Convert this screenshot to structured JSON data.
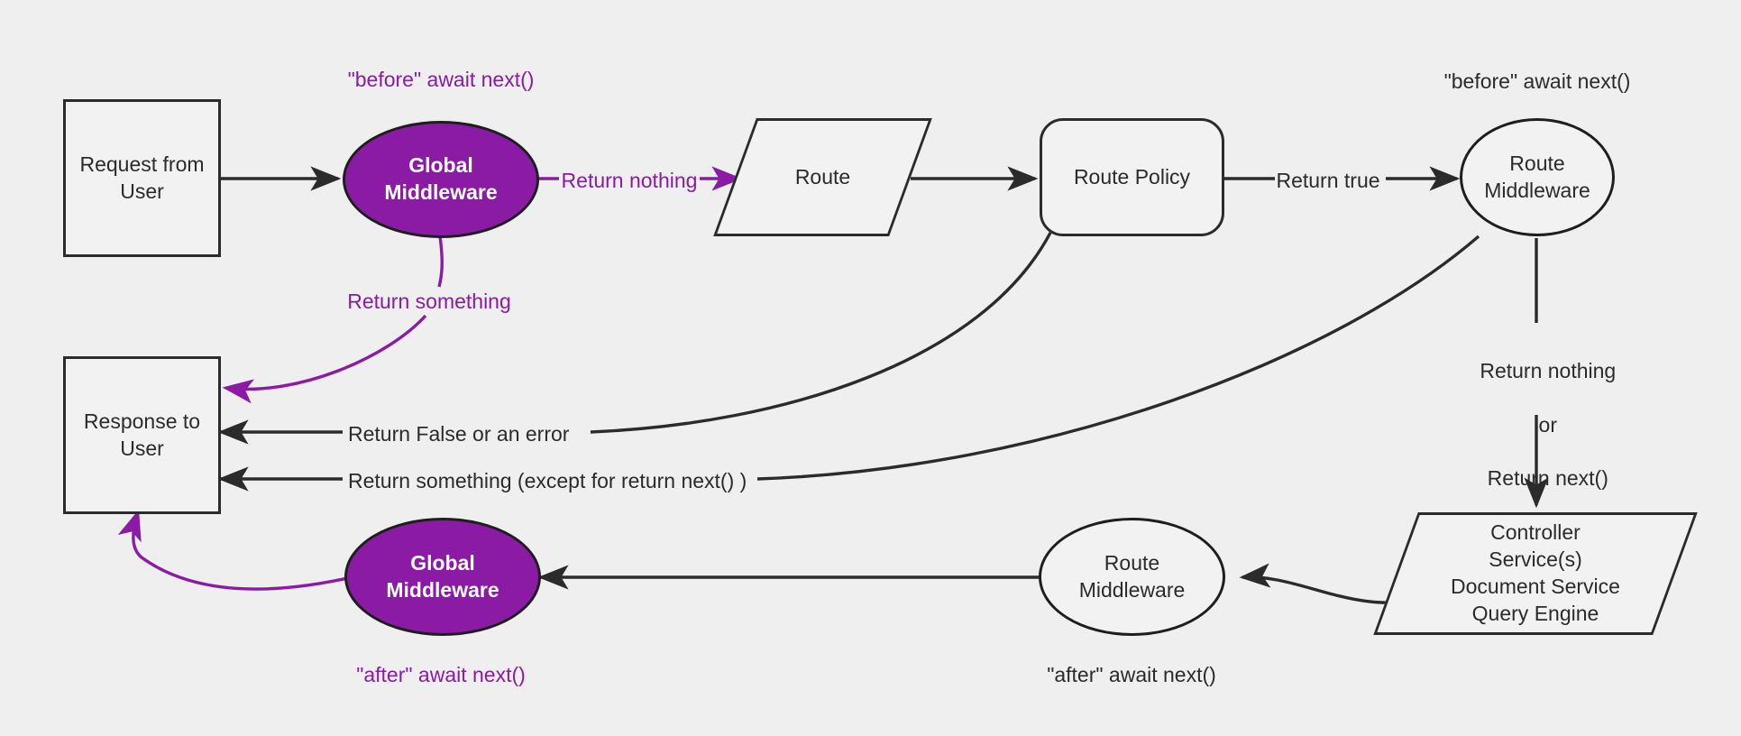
{
  "diagram": {
    "title": "Request / Middleware lifecycle flow",
    "background_color": "#efefef",
    "accent_color": "#8B1BA5",
    "line_color": "#2b2b2b"
  },
  "nodes": {
    "request_from_user": {
      "line1": "Request from",
      "line2": "User",
      "shape": "rectangle"
    },
    "global_middleware_before": {
      "line1": "Global",
      "line2": "Middleware",
      "shape": "ellipse-filled"
    },
    "route": {
      "line1": "Route",
      "shape": "parallelogram"
    },
    "route_policy": {
      "line1": "Route Policy",
      "shape": "rounded-rectangle"
    },
    "route_middleware_before": {
      "line1": "Route",
      "line2": "Middleware",
      "shape": "ellipse"
    },
    "controller_stack": {
      "line1": "Controller",
      "line2": "Service(s)",
      "line3": "Document Service",
      "line4": "Query Engine",
      "shape": "parallelogram"
    },
    "route_middleware_after": {
      "line1": "Route",
      "line2": "Middleware",
      "shape": "ellipse"
    },
    "global_middleware_after": {
      "line1": "Global",
      "line2": "Middleware",
      "shape": "ellipse-filled"
    },
    "response_to_user": {
      "line1": "Response to",
      "line2": "User",
      "shape": "rectangle"
    }
  },
  "annotations": {
    "before_await_next_global": "\"before\" await next()",
    "before_await_next_route": "\"before\" await next()",
    "after_await_next_global": "\"after\" await next()",
    "after_await_next_route": "\"after\" await next()"
  },
  "edge_labels": {
    "return_nothing": "Return nothing",
    "return_something": "Return something",
    "return_true": "Return true",
    "return_nothing_or_next_1": "Return nothing",
    "return_nothing_or_next_2": "or",
    "return_nothing_or_next_3": "Return next()",
    "return_false_or_error": "Return False or an error",
    "return_something_except_next": "Return something (except for return next() )"
  }
}
